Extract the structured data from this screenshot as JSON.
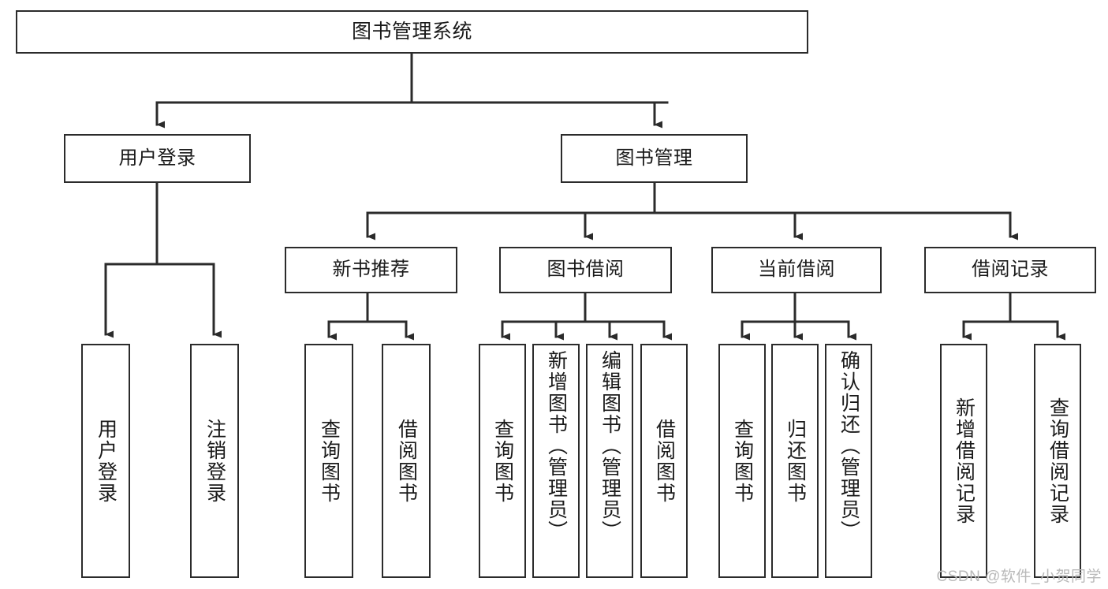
{
  "diagram": {
    "title": "图书管理系统",
    "type": "function-tree",
    "watermark": "CSDN @软件_小贺同学",
    "colors": {
      "box_border": "#2b2b2b",
      "box_fill": "#ffffff",
      "connector": "#2b2b2b",
      "text": "#1a1a1a",
      "watermark": "#b9b9b9",
      "background": "#ffffff"
    },
    "nodes": {
      "root": {
        "label": "图书管理系统"
      },
      "level1": [
        {
          "id": "user-login",
          "label": "用户登录"
        },
        {
          "id": "book-manage",
          "label": "图书管理"
        }
      ],
      "level2": [
        {
          "id": "new-book-recommend",
          "label": "新书推荐"
        },
        {
          "id": "book-borrow",
          "label": "图书借阅"
        },
        {
          "id": "current-borrow",
          "label": "当前借阅"
        },
        {
          "id": "borrow-record",
          "label": "借阅记录"
        }
      ],
      "leaves": {
        "user-login": [
          {
            "id": "leaf-user-login",
            "label": "用户登录"
          },
          {
            "id": "leaf-logout",
            "label": "注销登录"
          }
        ],
        "new-book-recommend": [
          {
            "id": "leaf-query-book-1",
            "label": "查询图书"
          },
          {
            "id": "leaf-borrow-book-1",
            "label": "借阅图书"
          }
        ],
        "book-borrow": [
          {
            "id": "leaf-query-book-2",
            "label": "查询图书"
          },
          {
            "id": "leaf-add-book",
            "label": "新增图书（管理员）"
          },
          {
            "id": "leaf-edit-book",
            "label": "编辑图书（管理员）"
          },
          {
            "id": "leaf-borrow-book-2",
            "label": "借阅图书"
          }
        ],
        "current-borrow": [
          {
            "id": "leaf-query-book-3",
            "label": "查询图书"
          },
          {
            "id": "leaf-return-book",
            "label": "归还图书"
          },
          {
            "id": "leaf-confirm-return",
            "label": "确认归还（管理员）"
          }
        ],
        "borrow-record": [
          {
            "id": "leaf-add-record",
            "label": "新增借阅记录"
          },
          {
            "id": "leaf-query-record",
            "label": "查询借阅记录"
          }
        ]
      }
    }
  }
}
